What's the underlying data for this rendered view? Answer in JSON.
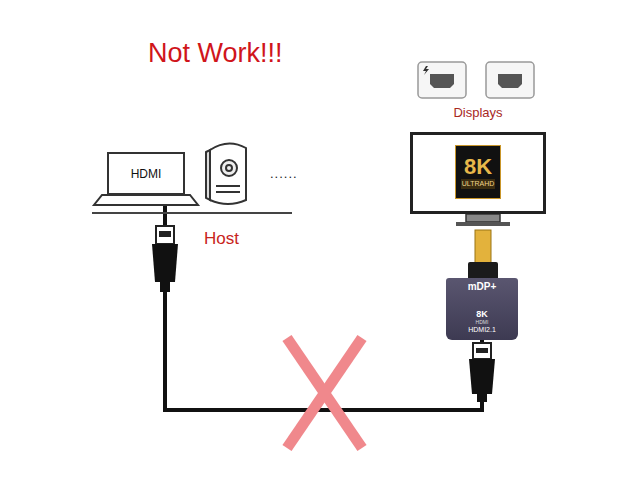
{
  "diagram": {
    "nodes": [
      {
        "text": [
          "HDMI"
        ]
      },
      {
        "text": [
          "Displays"
        ]
      },
      {
        "text": [
          "8K",
          "ULTRAHD"
        ],
        "in": 1
      },
      {
        "text": [
          "mDP+",
          "8K",
          "HDMI",
          "HDMI2.1"
        ]
      }
    ],
    "edges": [
      {
        "from": 0,
        "to": 3,
        "arrow": "none"
      }
    ],
    "labels": [
      "Not Work!!!",
      "Host",
      "......"
    ]
  }
}
